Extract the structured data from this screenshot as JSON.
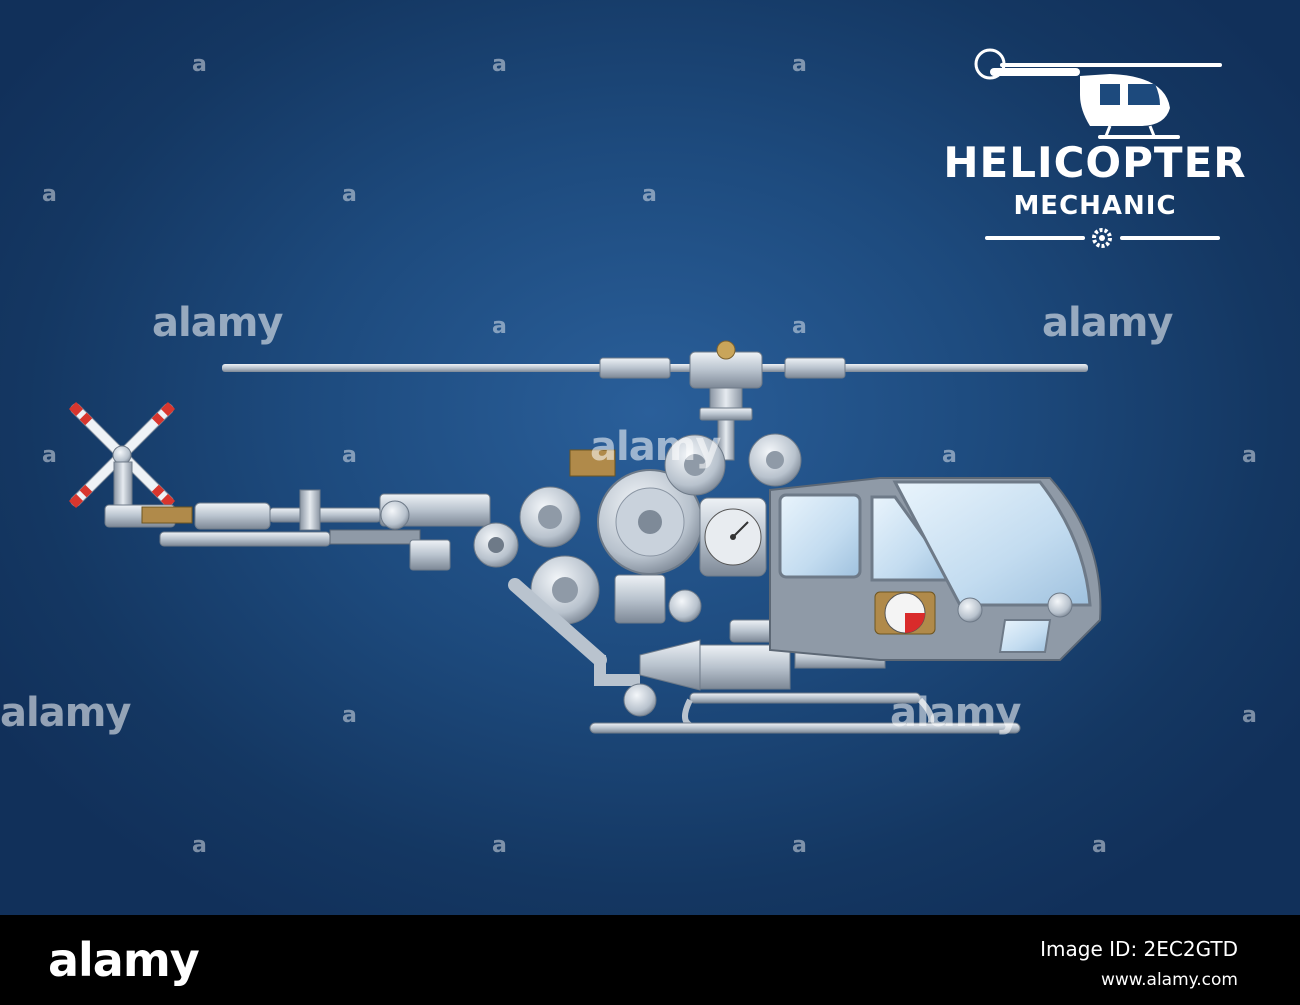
{
  "logo": {
    "title": "HELICOPTER",
    "subtitle": "MECHANIC",
    "icon": "helicopter-silhouette-icon",
    "badge_icon": "gear-icon"
  },
  "watermark": {
    "word": "alamy",
    "glyph": "a"
  },
  "footer": {
    "logo": "alamy",
    "image_id": "Image ID: 2EC2GTD",
    "url": "www.alamy.com"
  },
  "colors": {
    "background_center": "#2a5f9a",
    "background_edge": "#11305a",
    "metal": "#c9d2dc",
    "metal_dark": "#7e8a98",
    "glass": "#cfe6f7",
    "tail_stripe": "#d8362e",
    "gauge_red": "#d92b2b"
  }
}
